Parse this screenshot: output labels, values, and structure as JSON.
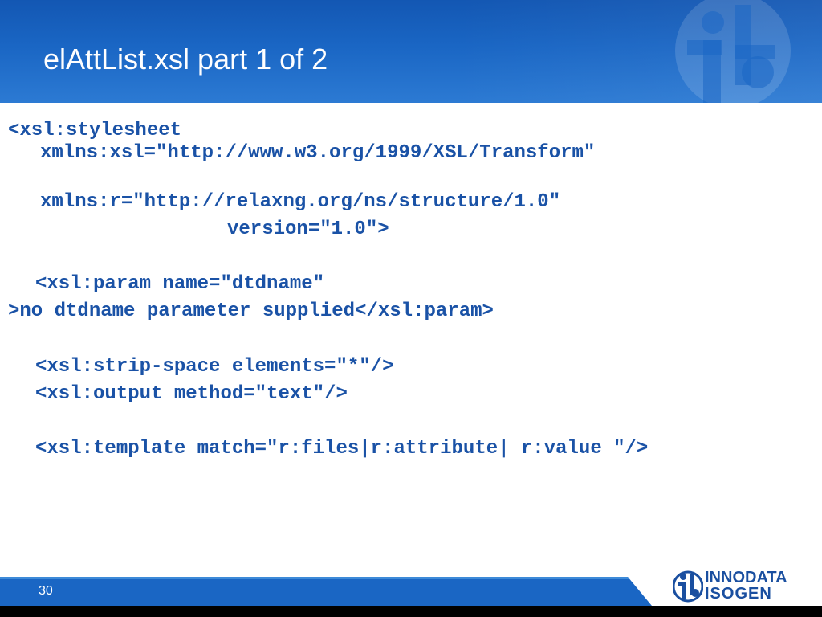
{
  "slide": {
    "title": "elAttList.xsl part 1 of 2",
    "page_number": "30"
  },
  "code_lines": [
    "<xsl:stylesheet",
    "xmlns:xsl=\"http://www.w3.org/1999/XSL/Transform\"",
    "xmlns:r=\"http://relaxng.org/ns/structure/1.0\"",
    "version=\"1.0\">",
    "<xsl:param name=\"dtdname\"",
    ">no dtdname parameter supplied</xsl:param>",
    "<xsl:strip-space elements=\"*\"/>",
    "<xsl:output method=\"text\"/>",
    "<xsl:template match=\"r:files|r:attribute| r:value \"/>"
  ],
  "logo": {
    "line1": "INNODATA",
    "line2": "ISOGEN"
  },
  "colors": {
    "header_blue": "#1a66c4",
    "code_blue": "#1a52a6",
    "footer_blue": "#1a66c4",
    "logo_blue": "#1a4fa0"
  },
  "icons": [
    "brand-mark-icon",
    "innodata-logo-icon"
  ]
}
